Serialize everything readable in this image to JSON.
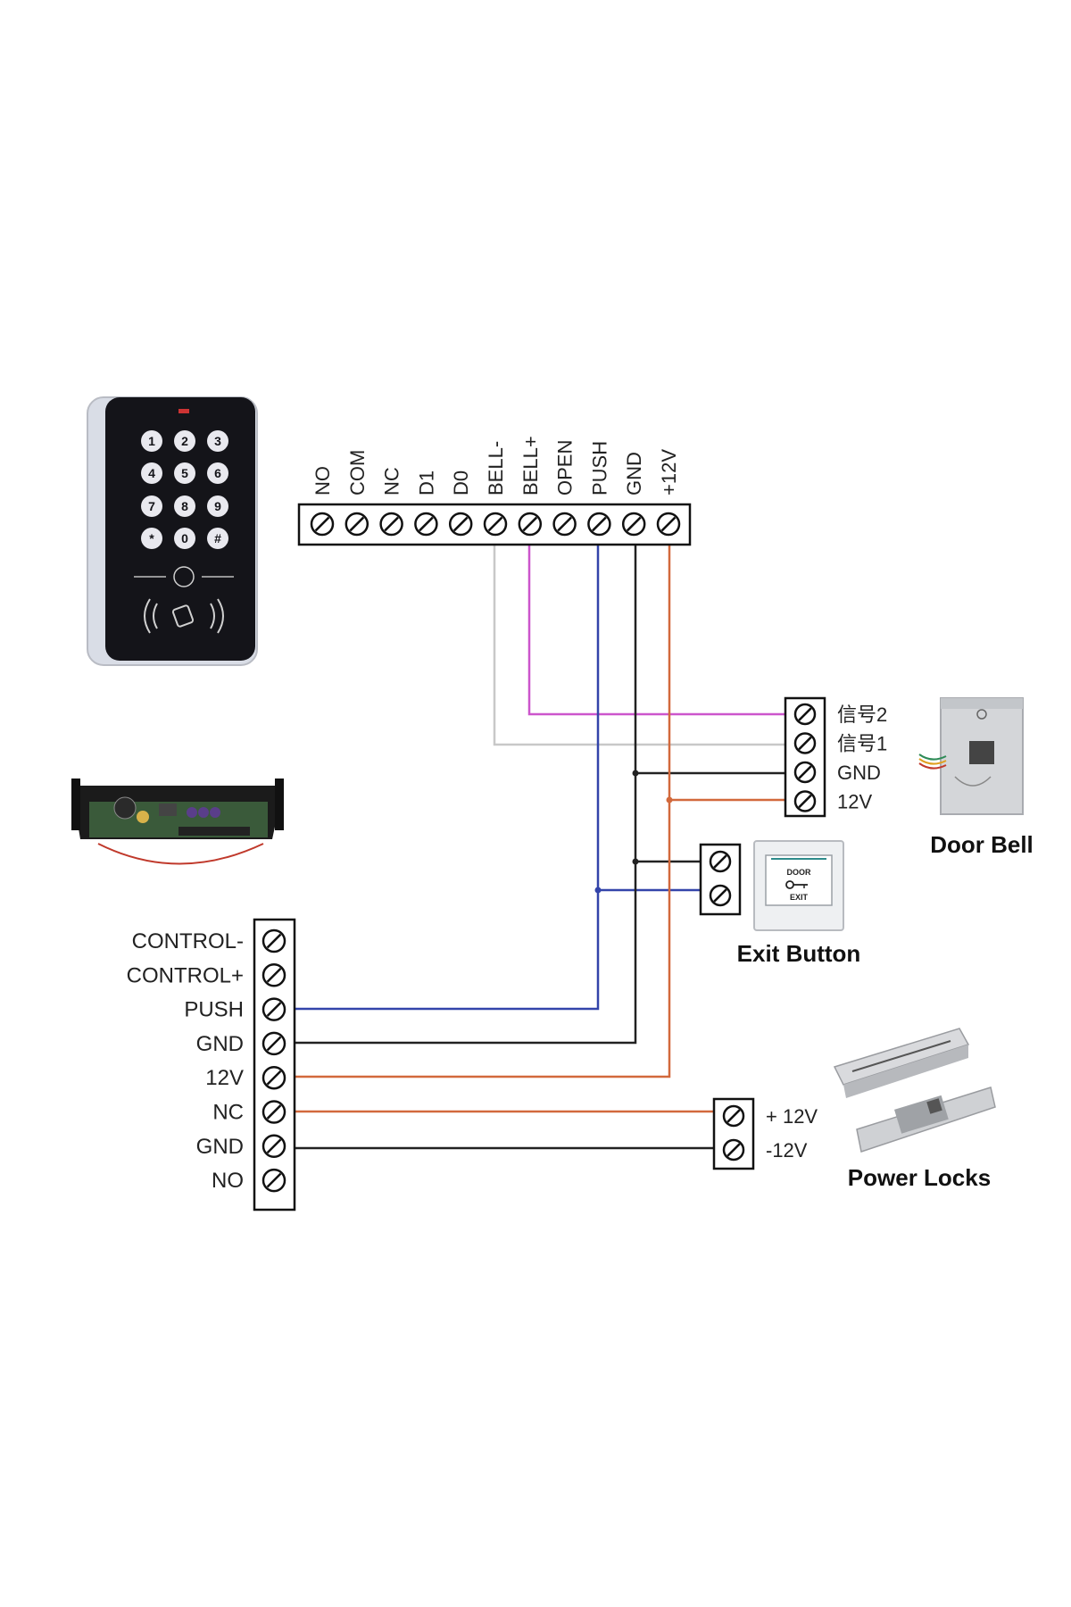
{
  "top_terminal": {
    "labels": [
      "NO",
      "COM",
      "NC",
      "D1",
      "D0",
      "BELL-",
      "BELL+",
      "OPEN",
      "PUSH",
      "GND",
      "+12V"
    ]
  },
  "controller_terminal": {
    "labels": [
      "CONTROL-",
      "CONTROL+",
      "PUSH",
      "GND",
      "12V",
      "NC",
      "GND",
      "NO"
    ]
  },
  "doorbell": {
    "terminal_labels": [
      "信号2",
      "信号1",
      "GND",
      "12V"
    ],
    "caption": "Door Bell"
  },
  "exit_button": {
    "caption": "Exit Button",
    "face_top": "DOOR",
    "face_bottom": "EXIT"
  },
  "power_locks": {
    "terminal_labels": [
      "+ 12V",
      "-12V"
    ],
    "caption": "Power Locks"
  },
  "keypad": {
    "keys": [
      "1",
      "2",
      "3",
      "4",
      "5",
      "6",
      "7",
      "8",
      "9",
      "*",
      "0",
      "#"
    ]
  },
  "wire_colors": {
    "bell_plus": "#cc55cc",
    "bell_minus": "#c8c8c8",
    "push": "#3344aa",
    "gnd": "#222222",
    "power": "#d2693c"
  }
}
